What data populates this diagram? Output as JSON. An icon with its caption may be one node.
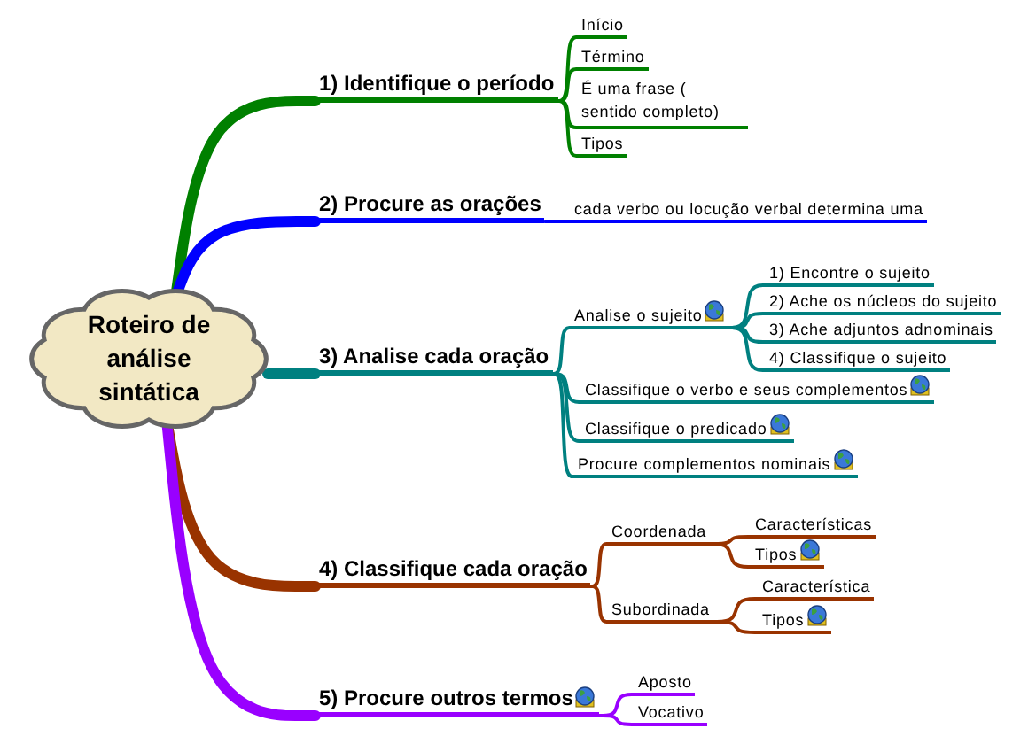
{
  "diagram": {
    "nodes": [
      {
        "text": [
          "Roteiro de análise sintática"
        ]
      },
      {
        "text": [
          "1) Identifique o período"
        ]
      },
      {
        "text": [
          "Início"
        ]
      },
      {
        "text": [
          "Término"
        ]
      },
      {
        "text": [
          "É uma frase ( sentido completo)"
        ]
      },
      {
        "text": [
          "Tipos"
        ]
      },
      {
        "text": [
          "2) Procure as orações"
        ]
      },
      {
        "text": [
          "cada verbo ou locução verbal determina uma"
        ]
      },
      {
        "text": [
          "3) Analise cada oração"
        ]
      },
      {
        "text": [
          "Analise o sujeito"
        ]
      },
      {
        "text": [
          "1) Encontre o sujeito"
        ]
      },
      {
        "text": [
          "2) Ache os núcleos do sujeito"
        ]
      },
      {
        "text": [
          "3) Ache adjuntos adnominais"
        ]
      },
      {
        "text": [
          "4) Classifique o sujeito"
        ]
      },
      {
        "text": [
          "Classifique o verbo e seus complementos"
        ]
      },
      {
        "text": [
          "Classifique o predicado"
        ]
      },
      {
        "text": [
          "Procure complementos nominais"
        ]
      },
      {
        "text": [
          "4) Classifique cada oração"
        ]
      },
      {
        "text": [
          "Coordenada"
        ]
      },
      {
        "text": [
          "Características"
        ]
      },
      {
        "text": [
          "Tipos"
        ]
      },
      {
        "text": [
          "Subordinada"
        ]
      },
      {
        "text": [
          "Característica"
        ]
      },
      {
        "text": [
          "Tipos"
        ]
      },
      {
        "text": [
          "5) Procure outros termos"
        ]
      },
      {
        "text": [
          "Aposto"
        ]
      },
      {
        "text": [
          "Vocativo"
        ]
      }
    ],
    "edges": [
      {
        "from": 0,
        "to": 1,
        "arrow": "none",
        "style": "thick",
        "color": "#008000"
      },
      {
        "from": 1,
        "to": 2,
        "arrow": "none",
        "color": "#008000"
      },
      {
        "from": 1,
        "to": 3,
        "arrow": "none",
        "color": "#008000"
      },
      {
        "from": 1,
        "to": 4,
        "arrow": "none",
        "color": "#008000"
      },
      {
        "from": 1,
        "to": 5,
        "arrow": "none",
        "color": "#008000"
      },
      {
        "from": 0,
        "to": 6,
        "arrow": "none",
        "style": "thick",
        "color": "#0000ff"
      },
      {
        "from": 6,
        "to": 7,
        "arrow": "none",
        "color": "#0000ff"
      },
      {
        "from": 0,
        "to": 8,
        "arrow": "none",
        "style": "thick",
        "color": "#008080"
      },
      {
        "from": 8,
        "to": 9,
        "arrow": "none",
        "color": "#008080"
      },
      {
        "from": 9,
        "to": 10,
        "arrow": "none",
        "color": "#008080"
      },
      {
        "from": 9,
        "to": 11,
        "arrow": "none",
        "color": "#008080"
      },
      {
        "from": 9,
        "to": 12,
        "arrow": "none",
        "color": "#008080"
      },
      {
        "from": 9,
        "to": 13,
        "arrow": "none",
        "color": "#008080"
      },
      {
        "from": 8,
        "to": 14,
        "arrow": "none",
        "color": "#008080"
      },
      {
        "from": 8,
        "to": 15,
        "arrow": "none",
        "color": "#008080"
      },
      {
        "from": 8,
        "to": 16,
        "arrow": "none",
        "color": "#008080"
      },
      {
        "from": 0,
        "to": 17,
        "arrow": "none",
        "style": "thick",
        "color": "#993300"
      },
      {
        "from": 17,
        "to": 18,
        "arrow": "none",
        "color": "#993300"
      },
      {
        "from": 18,
        "to": 19,
        "arrow": "none",
        "color": "#993300"
      },
      {
        "from": 18,
        "to": 20,
        "arrow": "none",
        "color": "#993300"
      },
      {
        "from": 17,
        "to": 21,
        "arrow": "none",
        "color": "#993300"
      },
      {
        "from": 21,
        "to": 22,
        "arrow": "none",
        "color": "#993300"
      },
      {
        "from": 21,
        "to": 23,
        "arrow": "none",
        "color": "#993300"
      },
      {
        "from": 0,
        "to": 24,
        "arrow": "none",
        "style": "thick",
        "color": "#9900ff"
      },
      {
        "from": 24,
        "to": 25,
        "arrow": "none",
        "color": "#9900ff"
      },
      {
        "from": 24,
        "to": 26,
        "arrow": "none",
        "color": "#9900ff"
      }
    ]
  }
}
